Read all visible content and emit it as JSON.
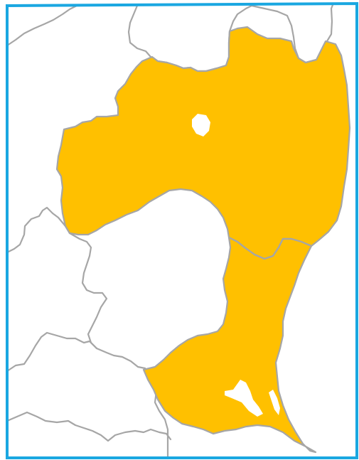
{
  "map": {
    "colors": {
      "highlight_fill": "#FFC000",
      "border_stroke": "#A6A6A6",
      "frame_stroke": "#1AA7E1",
      "background": "#FFFFFF",
      "lake_fill": "#FFFFFF"
    },
    "regions": [
      {
        "name": "highlighted-region-north"
      },
      {
        "name": "highlighted-region-south"
      }
    ],
    "lakes": [
      {
        "name": "lake-north"
      },
      {
        "name": "lake-south-large"
      },
      {
        "name": "lake-south-small"
      }
    ]
  }
}
